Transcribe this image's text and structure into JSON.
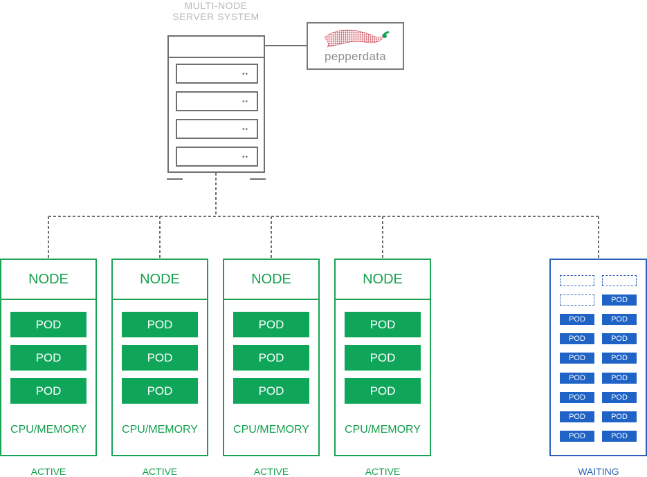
{
  "server": {
    "title_line1": "MULTI-NODE",
    "title_line2": "SERVER SYSTEM",
    "drive_leds": "••"
  },
  "logo": {
    "text": "pepperdata"
  },
  "nodes": [
    {
      "header": "NODE",
      "pods": [
        "POD",
        "POD",
        "POD"
      ],
      "resource_label": "CPU/MEMORY",
      "status": "ACTIVE"
    },
    {
      "header": "NODE",
      "pods": [
        "POD",
        "POD",
        "POD"
      ],
      "resource_label": "CPU/MEMORY",
      "status": "ACTIVE"
    },
    {
      "header": "NODE",
      "pods": [
        "POD",
        "POD",
        "POD"
      ],
      "resource_label": "CPU/MEMORY",
      "status": "ACTIVE"
    },
    {
      "header": "NODE",
      "pods": [
        "POD",
        "POD",
        "POD"
      ],
      "resource_label": "CPU/MEMORY",
      "status": "ACTIVE"
    }
  ],
  "waiting_queue": {
    "pod_label": "POD",
    "empty_slots": 3,
    "queued_pods": 15,
    "status": "WAITING"
  },
  "colors": {
    "active_green": "#0fa65a",
    "waiting_blue": "#1f63c6",
    "server_gray": "#6f6f6f"
  }
}
